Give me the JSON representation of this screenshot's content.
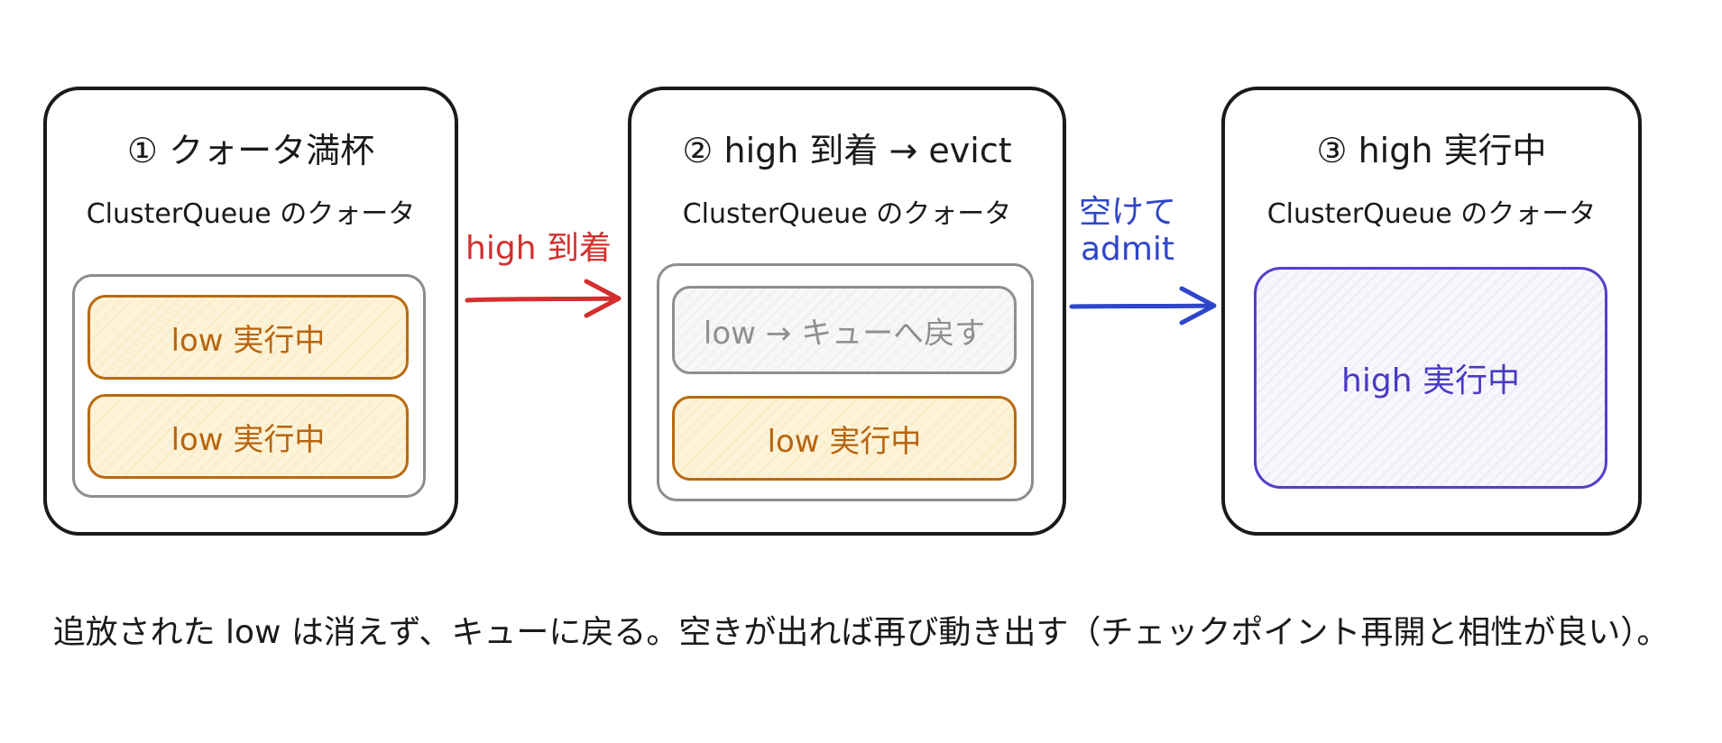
{
  "colors": {
    "ink": "#1a1a1a",
    "low_job": "#b8650f",
    "evicted_job": "#8f8f8f",
    "high_job": "#4a39c4",
    "arrow_arrival": "#d32f2f",
    "arrow_admit": "#2f46c8"
  },
  "panels": [
    {
      "title": "① クォータ満杯",
      "subtitle": "ClusterQueue のクォータ",
      "jobs": [
        "low 実行中",
        "low 実行中"
      ]
    },
    {
      "title": "② high 到着 → evict",
      "subtitle": "ClusterQueue のクォータ",
      "jobs": [
        "low → キューへ戻す",
        "low 実行中"
      ]
    },
    {
      "title": "③ high 実行中",
      "subtitle": "ClusterQueue のクォータ",
      "jobs": [
        "high 実行中"
      ]
    }
  ],
  "arrows": [
    {
      "label": "high 到着"
    },
    {
      "label_line1": "空けて",
      "label_line2": "admit"
    }
  ],
  "caption": "追放された low は消えず、キューに戻る。空きが出れば再び動き出す（チェックポイント再開と相性が良い）。"
}
